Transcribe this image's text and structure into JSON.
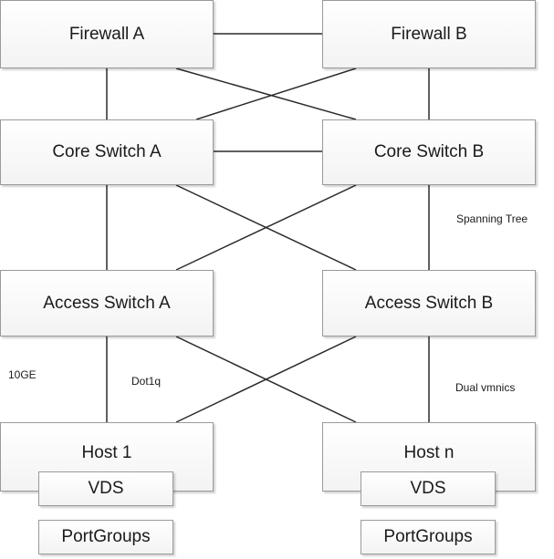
{
  "diagram": {
    "nodes": {
      "firewall_a": "Firewall A",
      "firewall_b": "Firewall B",
      "core_switch_a": "Core Switch A",
      "core_switch_b": "Core Switch B",
      "access_switch_a": "Access Switch A",
      "access_switch_b": "Access Switch B",
      "host_1": "Host 1",
      "host_n": "Host n",
      "vds_1": "VDS",
      "vds_n": "VDS",
      "portgroups_1": "PortGroups",
      "portgroups_n": "PortGroups"
    },
    "labels": {
      "spanning_tree": "Spanning Tree",
      "ten_ge": "10GE",
      "dot1q": "Dot1q",
      "dual_vmnics": "Dual vmnics"
    },
    "edges": [
      [
        "firewall_a",
        "firewall_b"
      ],
      [
        "firewall_a",
        "core_switch_a"
      ],
      [
        "firewall_a",
        "core_switch_b"
      ],
      [
        "firewall_b",
        "core_switch_a"
      ],
      [
        "firewall_b",
        "core_switch_b"
      ],
      [
        "core_switch_a",
        "core_switch_b"
      ],
      [
        "core_switch_a",
        "access_switch_a"
      ],
      [
        "core_switch_a",
        "access_switch_b"
      ],
      [
        "core_switch_b",
        "access_switch_a"
      ],
      [
        "core_switch_b",
        "access_switch_b"
      ],
      [
        "access_switch_a",
        "host_1"
      ],
      [
        "access_switch_a",
        "host_n"
      ],
      [
        "access_switch_b",
        "host_1"
      ],
      [
        "access_switch_b",
        "host_n"
      ]
    ]
  }
}
